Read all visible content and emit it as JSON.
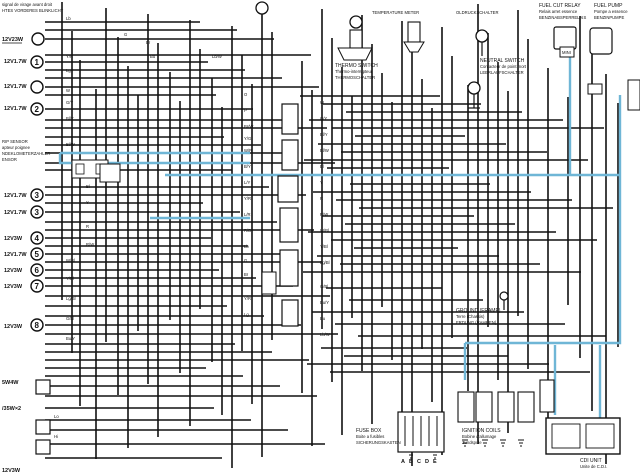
{
  "header": {
    "top_left_1": "signal de virage avant droit",
    "top_left_2": "HTES VORDERES BLINKLICHT",
    "temp_sensor": "TEMPERATURE METER",
    "oil_switch": "OLDRUCKSCHALTER"
  },
  "bulbs": [
    {
      "label": "12V23W",
      "num": ""
    },
    {
      "label": "12V1.7W",
      "num": "1"
    },
    {
      "label": "12V1.7W",
      "num": "2"
    },
    {
      "label": "12V1.7W",
      "num": "3"
    },
    {
      "label": "12V1.7W",
      "num": "3"
    },
    {
      "label": "12V3W",
      "num": "4"
    },
    {
      "label": "12V1.7W",
      "num": "5"
    },
    {
      "label": "12V3W",
      "num": "6"
    },
    {
      "label": "12V3W",
      "num": "7"
    },
    {
      "label": "12V3W",
      "num": "8"
    }
  ],
  "grip_sensor": {
    "line1": "RIP SENSOR",
    "line2": "apteur poignee",
    "line3": "NDEKLOMETERZAHLER",
    "line4": "ENSOR"
  },
  "thermo_switch": {
    "title": "THERMO SWITCH",
    "sub1": "Thermo-interrupteur",
    "sub2": "THERMOSCHALTER"
  },
  "neutral_switch": {
    "title": "NEUTRAL SWITCH",
    "sub1": "Contacteur de point mort",
    "sub2": "LEERLAUFSCHALTER"
  },
  "fuel_cut_relay": {
    "title": "FUEL CUT RELAY",
    "sub1": "Relais arret essence",
    "sub2": "BENZINABSPERRELAIS"
  },
  "fuel_pump": {
    "title": "FUEL PUMP",
    "sub1": "Pompe a essence",
    "sub2": "BENZINPUMPE"
  },
  "ground": {
    "title": "GROUND (FRAME)",
    "sub1": "Terre (Chassis)",
    "sub2": "ERDUNG (RAHMEN)"
  },
  "fuse_box": {
    "title": "FUSE BOX",
    "sub1": "Boite a fusibles",
    "sub2": "SICHERUNGSKASTEN",
    "letters": [
      "A",
      "B",
      "C",
      "D",
      "E"
    ]
  },
  "ignition_coils": {
    "title": "IGNITION COILS",
    "sub1": "Bobine d'allumage",
    "sub2": "Zundspule"
  },
  "cdi_unit": {
    "title": "CDI UNIT",
    "sub1": "Unite de C.D.I."
  },
  "bottom_left": {
    "label1": "5W4W",
    "label2": "/35W×2",
    "label3": "12V3W"
  },
  "switch_labels": {
    "mini": "MINI",
    "lo": "Lo",
    "hi": "Hi"
  },
  "wire_codes": [
    "Lb",
    "G",
    "Br",
    "Y/R",
    "Lg",
    "W",
    "G/Y",
    "Bl/Y",
    "Bl/W",
    "Bl",
    "Y",
    "R",
    "R/W",
    "W/Bl",
    "Y/Bl",
    "Lg/Bl",
    "G/Bl",
    "Bu/Y",
    "Bu",
    "Lb/W",
    "O",
    "P",
    "Br/W",
    "Y/G",
    "W/R",
    "B/Y",
    "L/Y",
    "Y/R",
    "L/R",
    "R/B"
  ],
  "colors": {
    "wire": "#111111",
    "highlight": "#6fb6d6",
    "paper": "#ffffff"
  }
}
